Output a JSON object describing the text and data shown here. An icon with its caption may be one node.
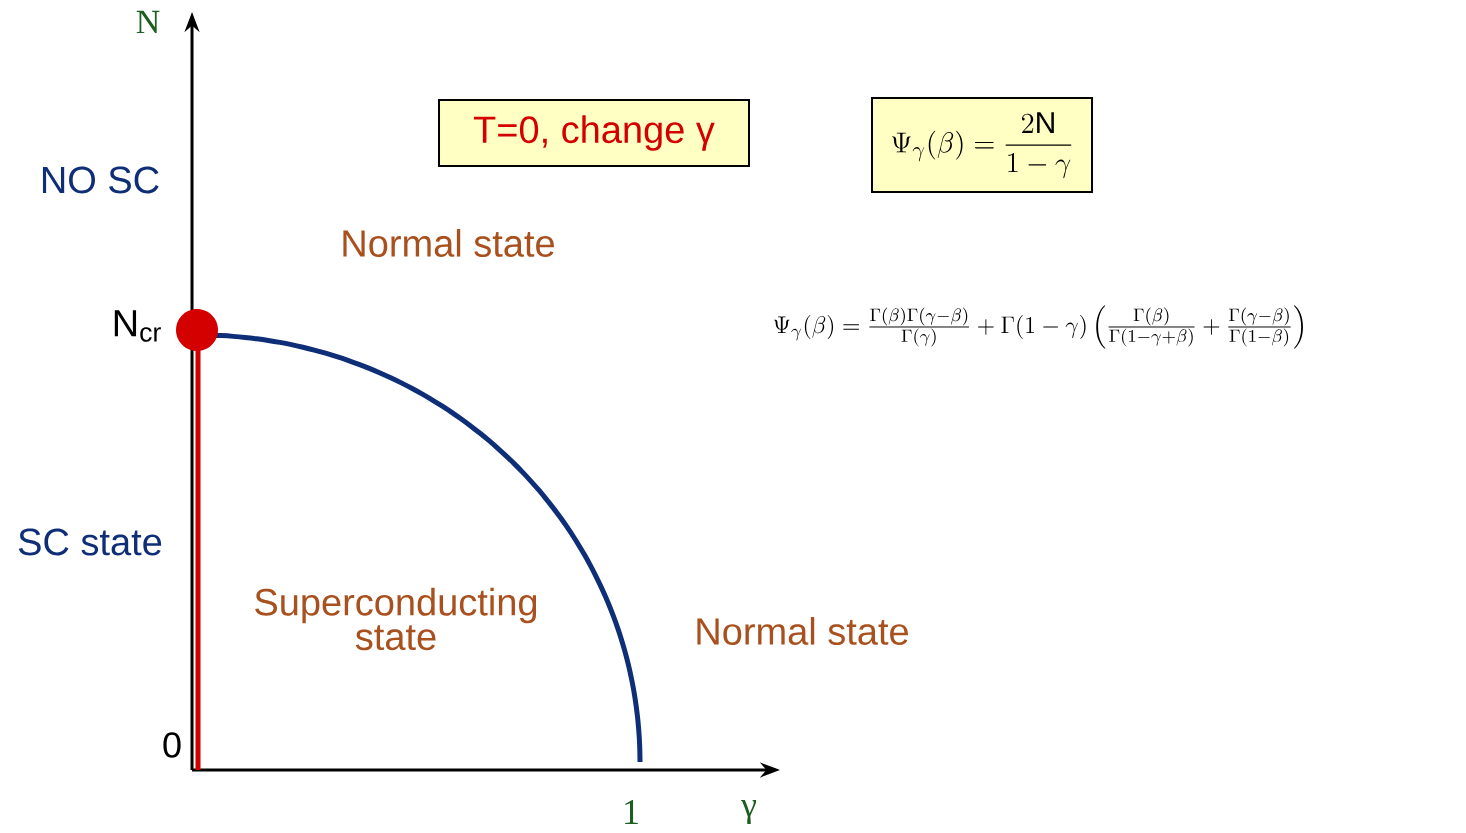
{
  "diagram": {
    "nodes": [
      {
        "text": [
          "T=0, change γ"
        ]
      },
      {
        "text": [
          "\\Psi_{\\gamma}(\\beta)=\\frac{2\\mathrm{N}}{1-\\gamma}"
        ]
      }
    ],
    "labels": [
      "N",
      "NO SC",
      "Normal state",
      "N$_{cr}$",
      "\\Psi_\\gamma(\\beta) = \\frac{\\Gamma(\\beta)\\Gamma(\\gamma-\\beta)}{\\Gamma(\\gamma)} + \\Gamma(1-\\gamma)\\left(\\frac{\\Gamma(\\beta)}{\\Gamma(1-\\gamma+\\beta)} + \\frac{\\Gamma(\\gamma-\\beta)}{\\Gamma(1-\\beta)}\\right)",
      "SC state",
      "Superconducting state",
      "Normal state",
      "0",
      "1",
      "γ"
    ]
  }
}
